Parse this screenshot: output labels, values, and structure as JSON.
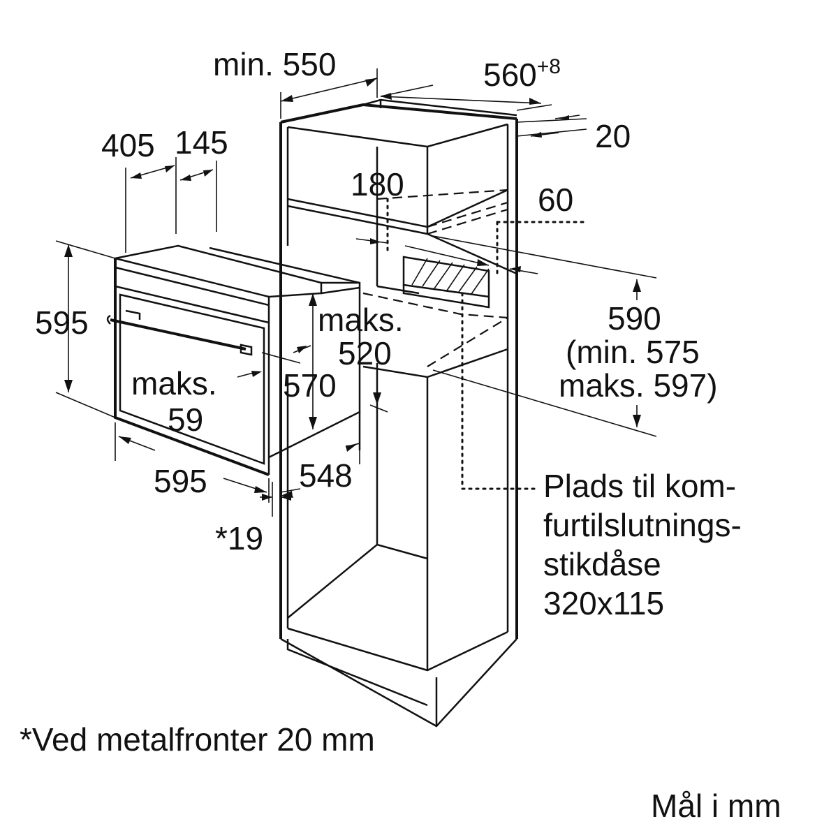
{
  "dimensions": {
    "min_depth": "min. 550",
    "width_base": "560",
    "width_tol": "+8",
    "panel_20": "20",
    "d405": "405",
    "d145": "145",
    "d180": "180",
    "d60": "60",
    "h595": "595",
    "maks": "maks.",
    "d520": "520",
    "h590": "590",
    "h590_min": "(min. 575",
    "h590_max": "maks. 597)",
    "maks59_a": "maks.",
    "maks59_b": "59",
    "d570": "570",
    "w595": "595",
    "d548": "548",
    "star19": "*19"
  },
  "socket_note": {
    "line1": "Plads til kom-",
    "line2": "furtilslutnings-",
    "line3": "stikdåse",
    "line4": "320x115"
  },
  "footnote": "*Ved metalfronter 20 mm",
  "units": "Mål i mm"
}
